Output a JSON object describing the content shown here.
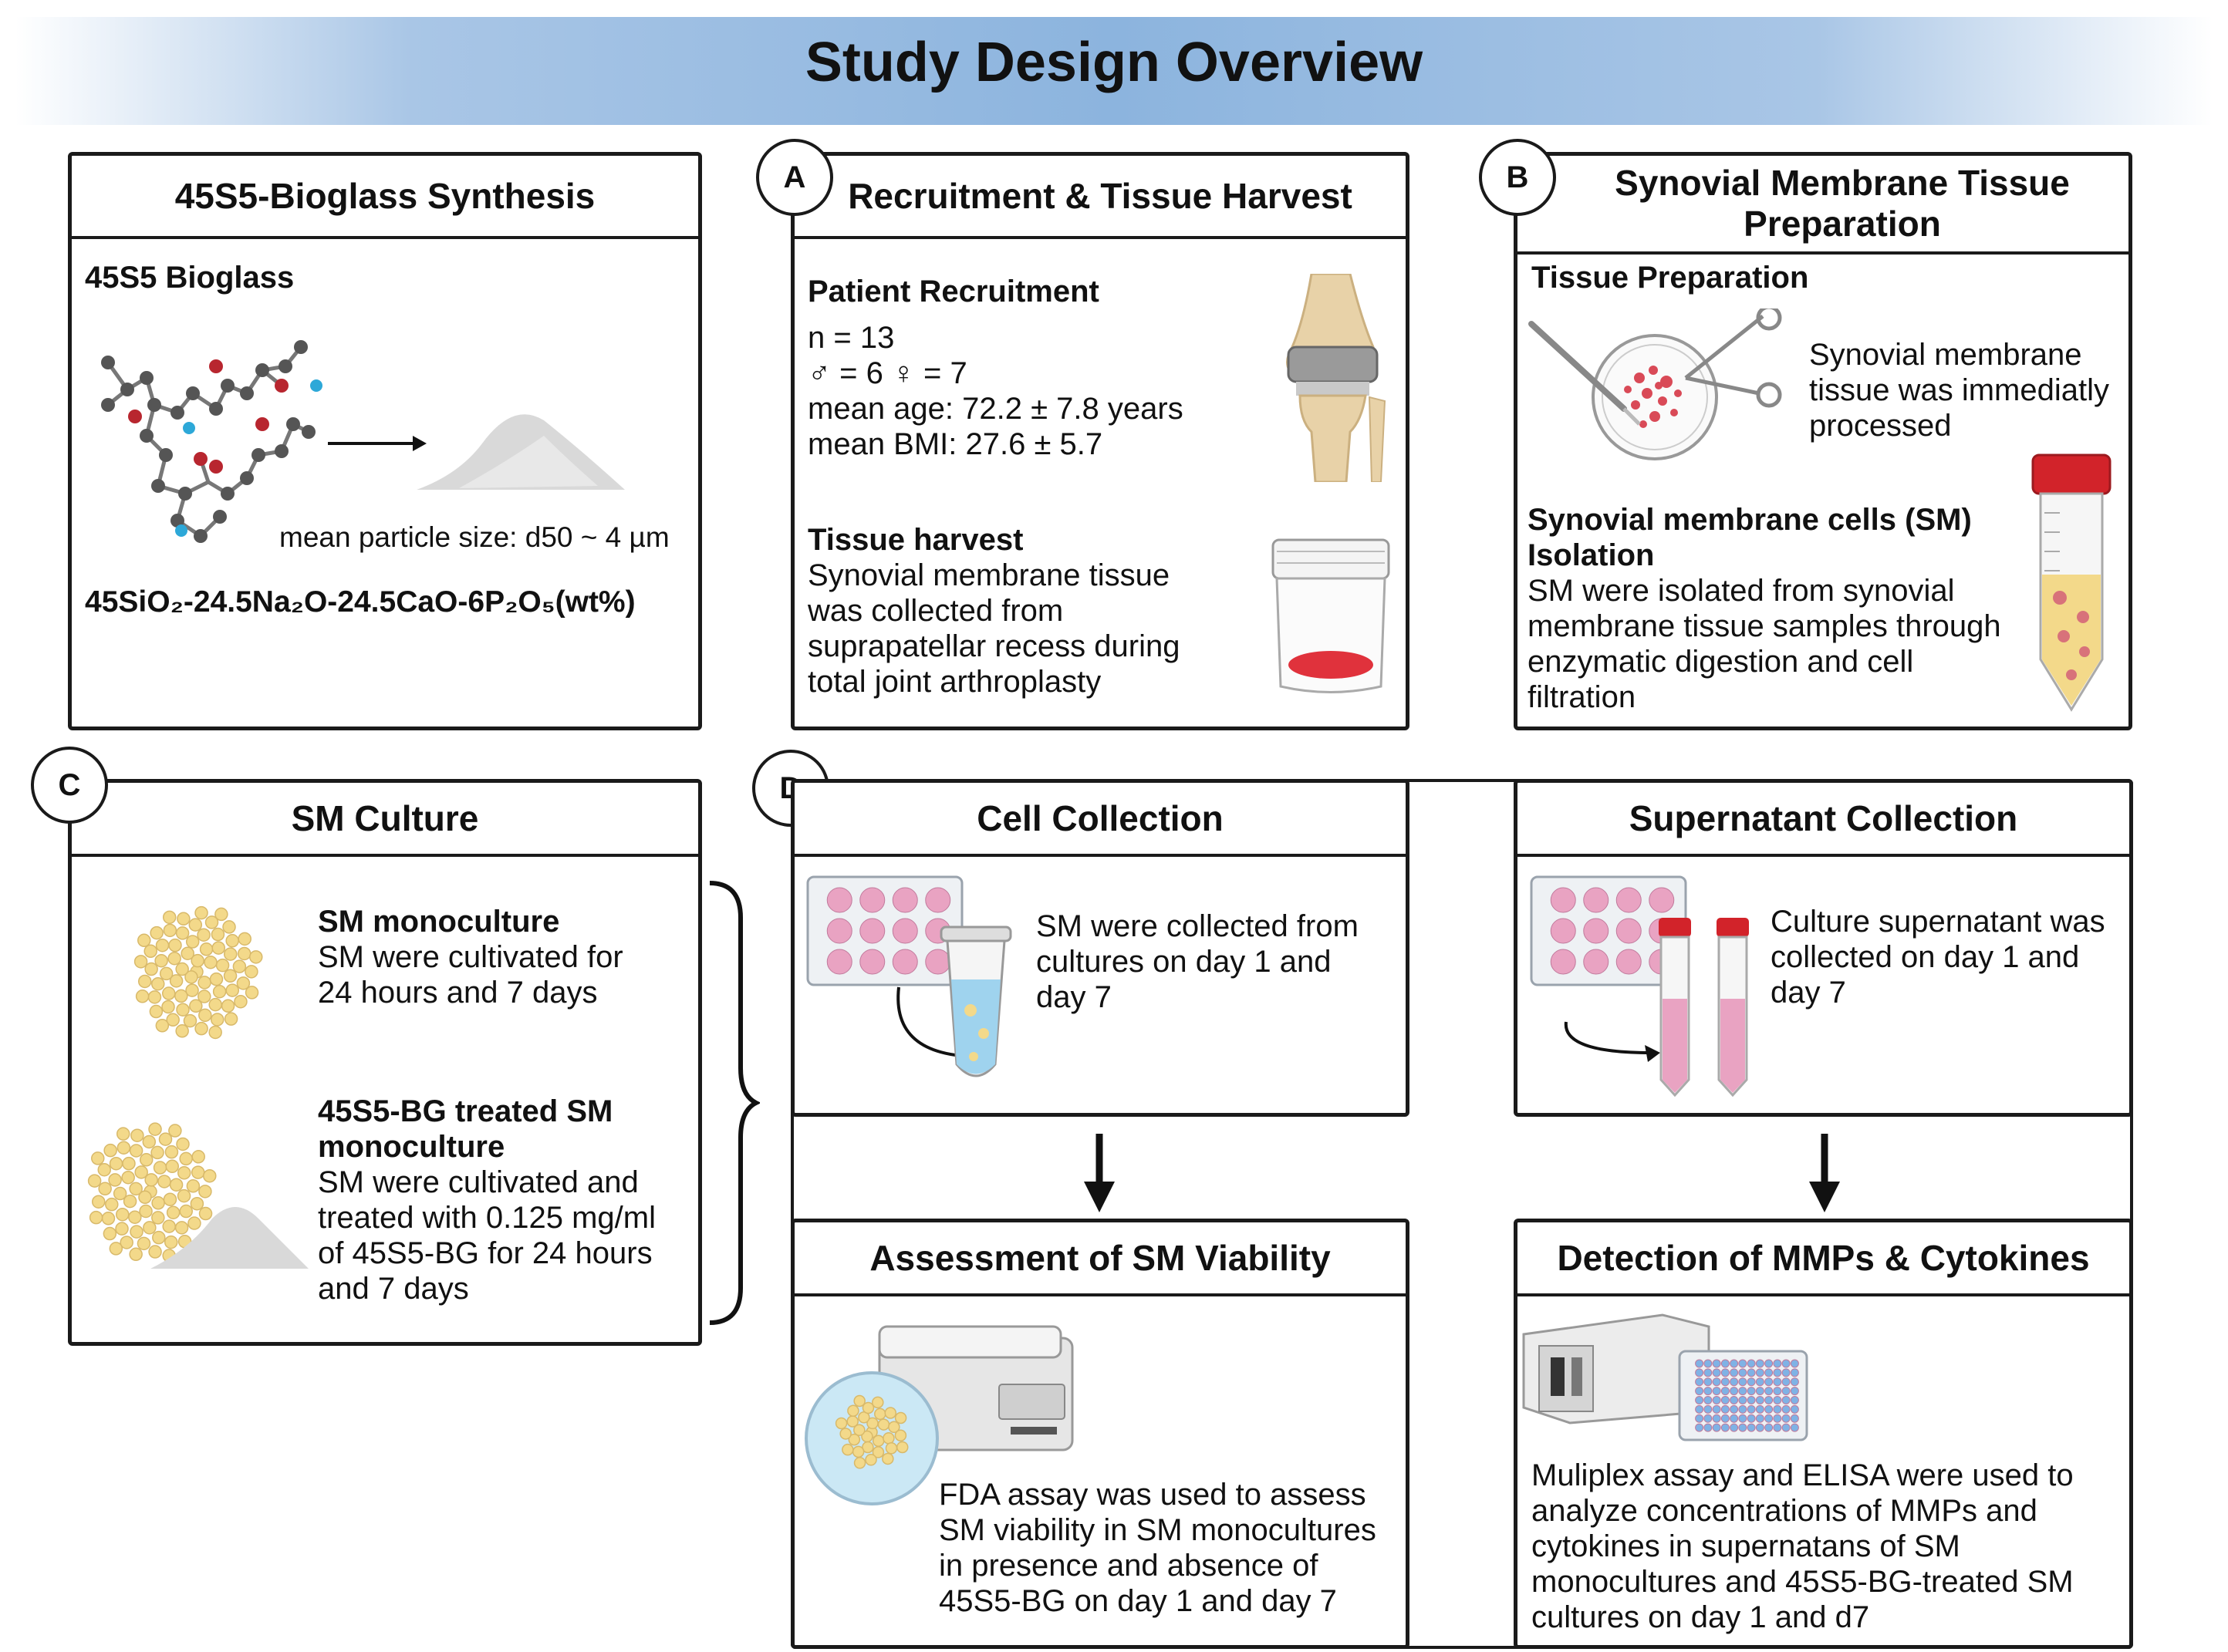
{
  "title": "Study Design Overview",
  "bioglass": {
    "title": "45S5-Bioglass Synthesis",
    "subtitle": "45S5 Bioglass",
    "particle": "mean particle size: d50 ~ 4 µm",
    "formula": "45SiO₂-24.5Na₂O-24.5CaO-6P₂O₅(wt%)"
  },
  "panel_a": {
    "letter": "A",
    "title": "Recruitment & Tissue Harvest",
    "recruit_heading": "Patient Recruitment",
    "n": "n = 13",
    "sex": "♂ = 6  ♀ = 7",
    "age": "mean age: 72.2 ± 7.8 years",
    "bmi": "mean BMI: 27.6 ± 5.7",
    "harvest_heading": "Tissue harvest",
    "harvest_text": "Synovial membrane tissue\nwas collected from\nsuprapatellar recess during\ntotal joint arthroplasty"
  },
  "panel_b": {
    "letter": "B",
    "title": "Synovial Membrane Tissue Preparation",
    "prep_heading": "Tissue Preparation",
    "prep_text": "Synovial membrane\ntissue was immediatly\nprocessed",
    "iso_heading": "Synovial membrane cells (SM)\nIsolation",
    "iso_text": "SM were isolated from synovial\nmembrane tissue samples through\nenzymatic digestion and cell\nfiltration"
  },
  "panel_c": {
    "letter": "C",
    "title": "SM Culture",
    "mono_heading": "SM monoculture",
    "mono_text": "SM were cultivated for\n24 hours and 7 days",
    "bg_heading": "45S5-BG treated SM\nmonoculture",
    "bg_text": "SM were cultivated and\ntreated with 0.125 mg/ml\nof 45S5-BG for 24 hours\nand 7 days"
  },
  "panel_d": {
    "letter": "D",
    "cell_title": "Cell Collection",
    "cell_text": "SM were collected from\ncultures on day 1 and\nday 7",
    "sup_title": "Supernatant Collection",
    "sup_text": "Culture supernatant was\ncollected on day 1 and\nday 7",
    "via_title": "Assessment of SM Viability",
    "via_text": "FDA assay was used to assess\nSM viability in SM monocultures\nin presence and absence of\n45S5-BG on day 1 and day 7",
    "mmp_title": "Detection of MMPs & Cytokines",
    "mmp_text": "Muliplex assay and ELISA were used to\nanalyze concentrations of MMPs and\ncytokines in supernatans of SM\nmonocultures and 45S5-BG-treated SM\ncultures on day 1 and d7"
  },
  "colors": {
    "banner": "#8cb4de",
    "border": "#1a1a1a",
    "cell": "#f3d98a",
    "pink": "#e9a3c2",
    "red": "#d2232a",
    "powder": "#d9d9d9"
  }
}
